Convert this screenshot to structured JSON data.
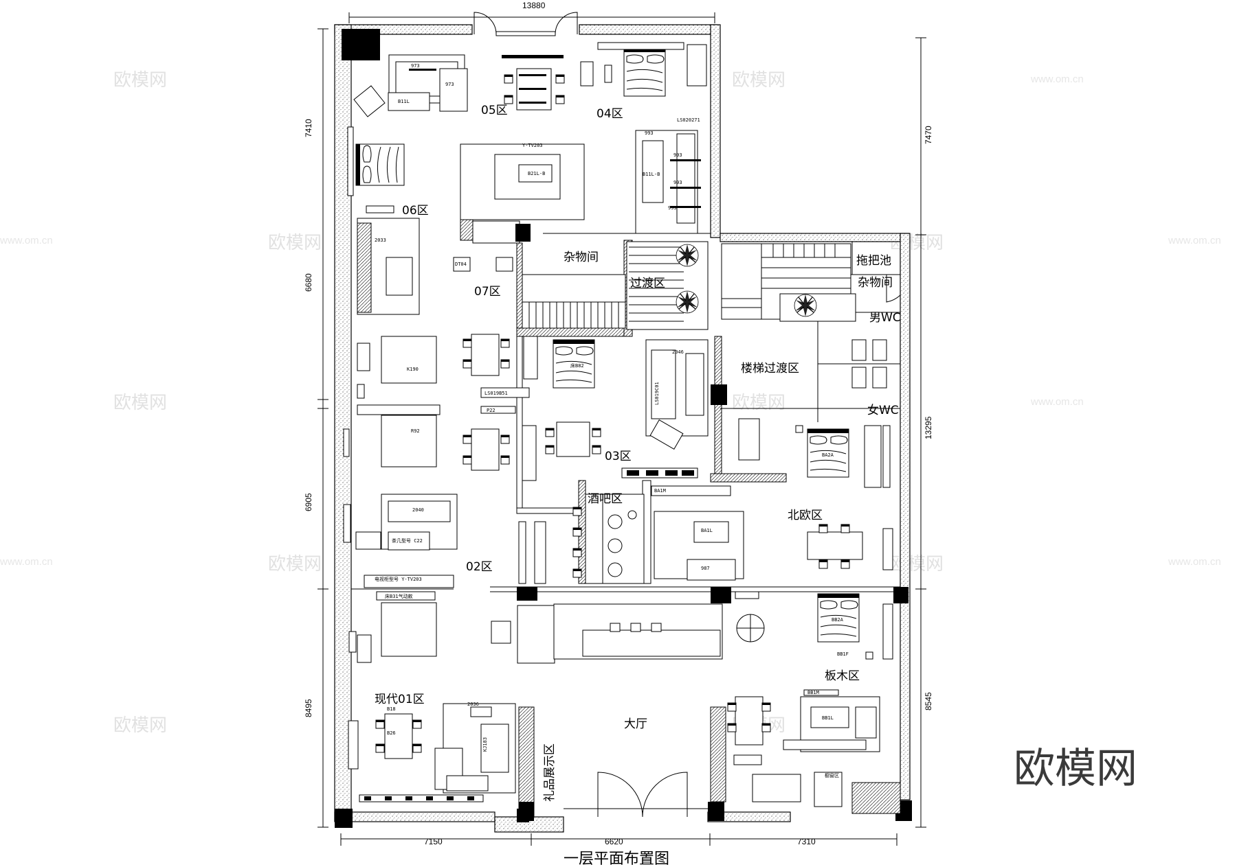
{
  "title": "一层平面布置图",
  "dimensions": {
    "top": "13880",
    "left": [
      "7410",
      "6680",
      "6905",
      "8495"
    ],
    "right": [
      "7470",
      "13295",
      "8545"
    ],
    "bottom": [
      "7150",
      "6620",
      "7310"
    ]
  },
  "zones": {
    "z05": "05区",
    "z04": "04区",
    "z06": "06区",
    "z07": "07区",
    "storage1": "杂物间",
    "transition": "过渡区",
    "mop": "拖把池",
    "storage2": "杂物间",
    "men_wc": "男WC",
    "stair": "楼梯过渡区",
    "women_wc": "女WC",
    "z03": "03区",
    "bar": "酒吧区",
    "nordic": "北欧区",
    "z02": "02区",
    "wood": "板木区",
    "modern": "现代01区",
    "hall": "大厅",
    "gift": "礼品展示区"
  },
  "labels": {
    "l973a": "973",
    "l973b": "973",
    "lB11L": "B11L",
    "lYTV": "Y-TV203",
    "lB21L": "B21L-B",
    "lB11LB": "B11L-B",
    "l993a": "993",
    "l993b": "993",
    "l993c": "993",
    "l993d": "993",
    "lLS0": "LS020271",
    "l2033": "2033",
    "lK190": "K190",
    "lR92": "R92",
    "l2046": "2046",
    "lLS019": "LS019C01",
    "lLS019b": "LS019B51",
    "lP22": "P22",
    "l2040": "2040",
    "lC22": "茶几型号 C22",
    "lTVcab": "电视柜型号 Y-TV203",
    "lBA2A": "BA2A",
    "lBA1L": "BA1L",
    "lBA1M": "BA1M",
    "l987": "987",
    "lB82": "床B82",
    "lBB2A": "BB2A",
    "lBB1L": "BB1L",
    "lBB1M": "BB1M",
    "lBB1F": "BB1F",
    "l2036": "2036",
    "lKJ183": "KJ183",
    "lB18": "B18",
    "lB26": "B26",
    "lDT04": "DT04",
    "lBED": "床B31气动款",
    "lWin": "橱窗区"
  },
  "watermark": {
    "text": "欧模网",
    "url": "www.om.cn"
  },
  "brand": "欧模网"
}
